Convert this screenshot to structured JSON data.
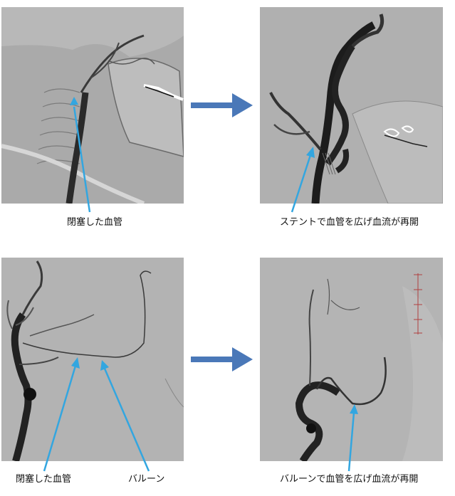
{
  "colors": {
    "arrow_blue": "#4a78b8",
    "pointer_cyan": "#33a6e0",
    "panel_gray": "#a9a9a9",
    "vessel_dark": "#1c1c1c",
    "ruler_red": "#b04040"
  },
  "panels": [
    {
      "id": "before-stent",
      "caption": "閉塞した血管"
    },
    {
      "id": "after-stent",
      "caption": "ステントで血管を広げ血流が再開"
    },
    {
      "id": "before-balloon",
      "captions": [
        "閉塞した血管",
        "バルーン"
      ]
    },
    {
      "id": "after-balloon",
      "caption": "バルーンで血管を広げ血流が再開"
    }
  ],
  "icons": [
    "right-arrow-icon",
    "pointer-arrow-icon"
  ]
}
